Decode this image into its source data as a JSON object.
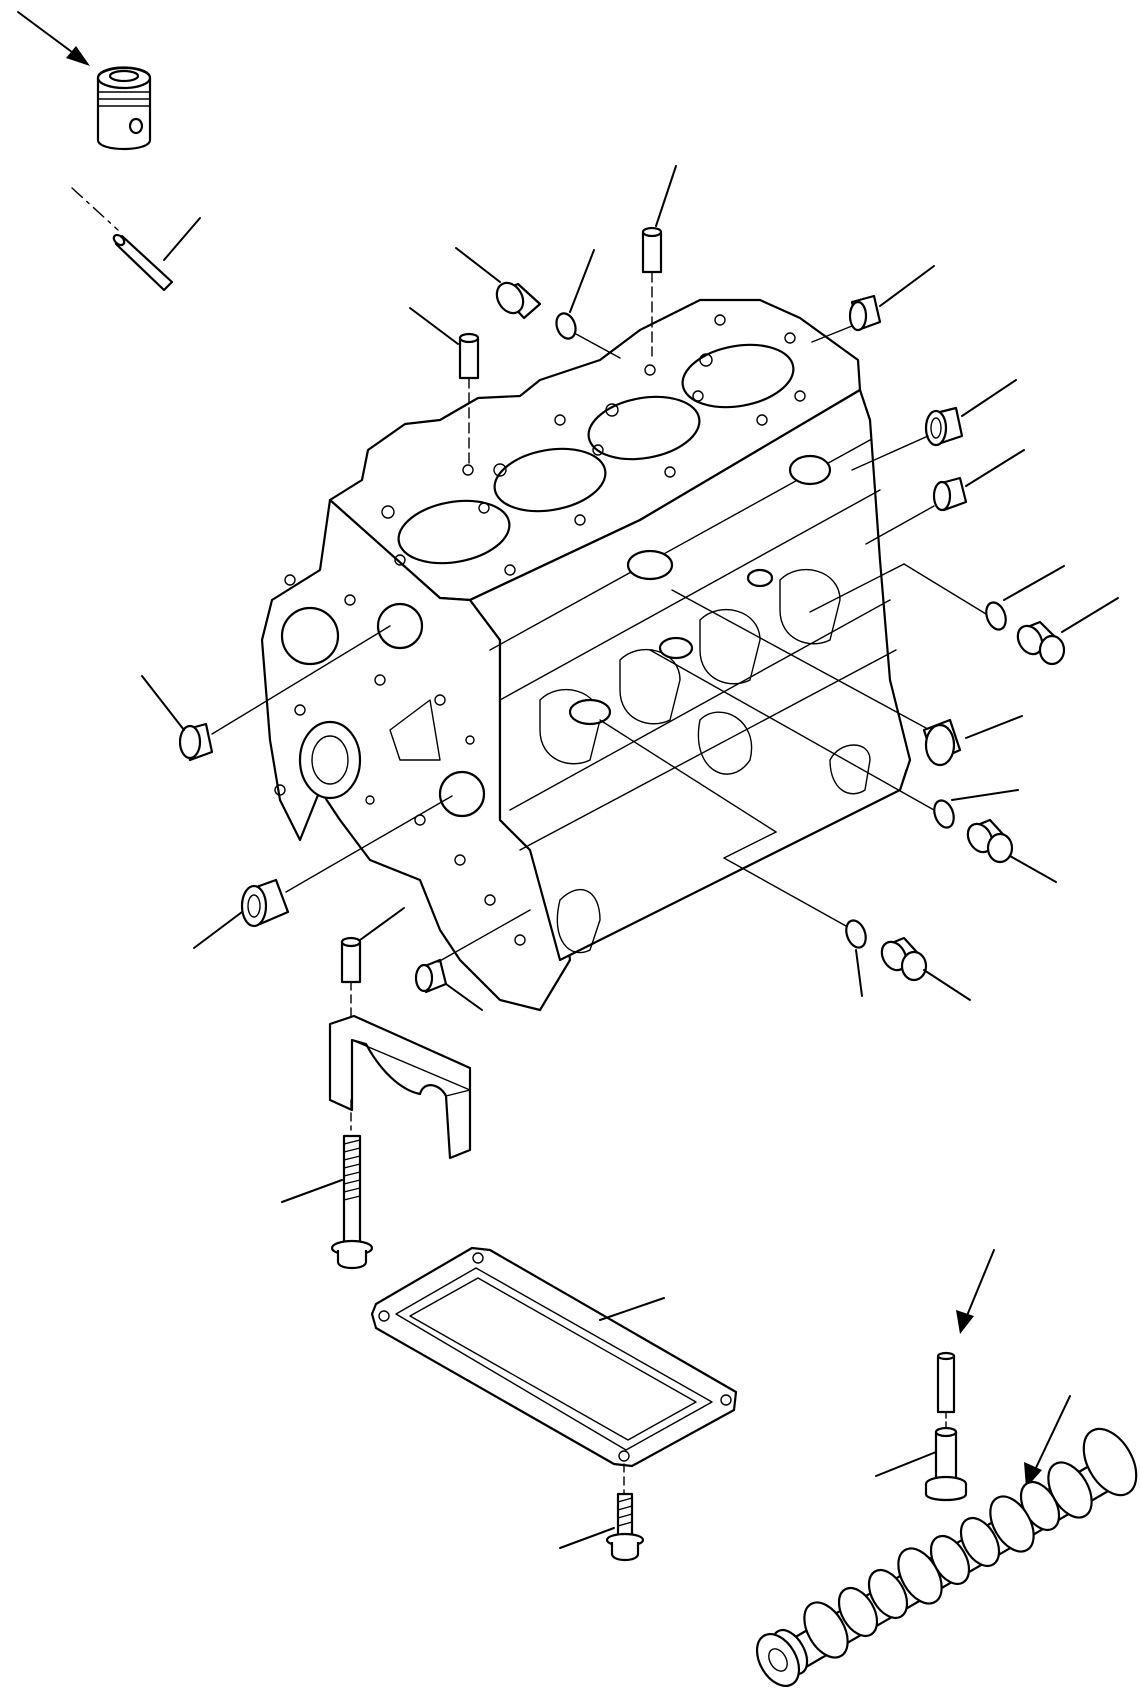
{
  "diagram": {
    "parts": [
      {
        "id": "piston",
        "icon": "piston-icon"
      },
      {
        "id": "piston-pin",
        "icon": "pin-icon"
      },
      {
        "id": "cylinder-block",
        "icon": "engine-block-icon"
      },
      {
        "id": "dowel-pin",
        "icon": "dowel-icon"
      },
      {
        "id": "plug",
        "icon": "plug-icon"
      },
      {
        "id": "o-ring",
        "icon": "o-ring-icon"
      },
      {
        "id": "expansion-plug",
        "icon": "cap-icon"
      },
      {
        "id": "bushing",
        "icon": "bushing-icon"
      },
      {
        "id": "main-bearing-cap",
        "icon": "bearing-cap-icon"
      },
      {
        "id": "cap-bolt",
        "icon": "bolt-icon"
      },
      {
        "id": "cover-gasket",
        "icon": "gasket-icon"
      },
      {
        "id": "cover-bolt",
        "icon": "bolt-icon"
      },
      {
        "id": "tappet",
        "icon": "tappet-icon"
      },
      {
        "id": "push-rod",
        "icon": "rod-icon"
      },
      {
        "id": "camshaft",
        "icon": "camshaft-icon"
      }
    ]
  }
}
